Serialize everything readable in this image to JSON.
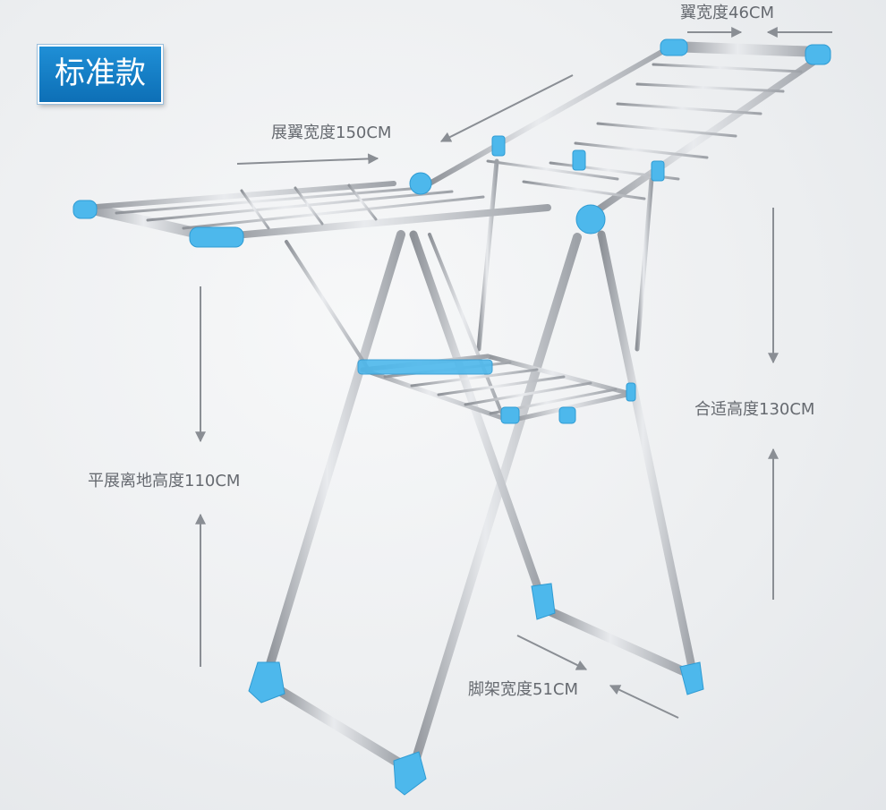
{
  "badge": {
    "text": "标准款"
  },
  "dimensions": {
    "wing_width": "翼宽度46CM",
    "span_width": "展翼宽度150CM",
    "suitable_height": "合适高度130CM",
    "flat_height": "平展离地高度110CM",
    "foot_width": "脚架宽度51CM"
  },
  "colors": {
    "accent": "#4db8ec",
    "steel": "#b8bcc2",
    "arrow": "#8a8e94",
    "badge": "#1683c9"
  }
}
